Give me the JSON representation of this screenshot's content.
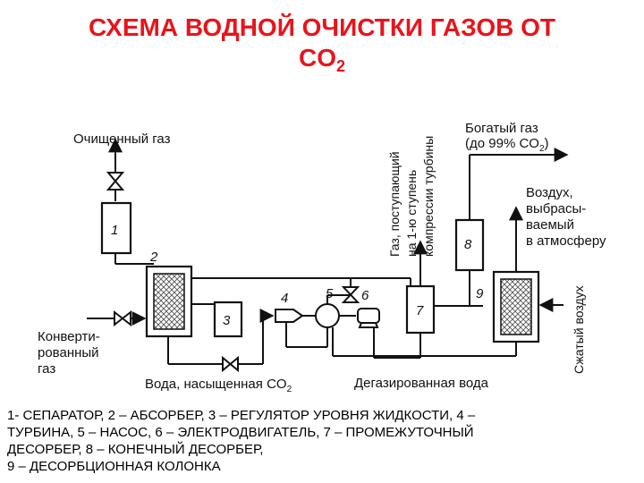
{
  "title": {
    "line1": "СХЕМА ВОДНОЙ ОЧИСТКИ ГАЗОВ ОТ",
    "line2_main": "CO",
    "line2_sub": "2"
  },
  "diagram": {
    "purified_gas": "Очищенный газ",
    "rich_gas_line1": "Богатый газ",
    "rich_gas_line2": "(до 99% CO",
    "rich_gas_sub": "2",
    "rich_gas_end": ")",
    "air_line1": "Воздух,",
    "air_line2": "выбрасы-",
    "air_line3": "ваемый",
    "air_line4": "в атмосферу",
    "gas_inlet_line1": "Газ, поступающий",
    "gas_inlet_line2": "на 1-ю ступень",
    "gas_inlet_line3": "компрессии турбины",
    "converted_gas_line1": "Конверти-",
    "converted_gas_line2": "рованный",
    "converted_gas_line3": "газ",
    "water_co2": "Вода, насыщенная CO",
    "water_co2_sub": "2",
    "degassed_water": "Дегазированная вода",
    "compressed_air": "Сжатый воздух",
    "n1": "1",
    "n2": "2",
    "n3": "3",
    "n4": "4",
    "n5": "5",
    "n6": "6",
    "n7": "7",
    "n8": "8",
    "n9": "9"
  },
  "legend": {
    "line1": "1- СЕПАРАТОР, 2 – АБСОРБЕР, 3 – РЕГУЛЯТОР УРОВНЯ ЖИДКОСТИ, 4 –",
    "line2": "ТУРБИНА, 5 – НАСОС, 6 – ЭЛЕКТРОДВИГАТЕЛЬ, 7 – ПРОМЕЖУТОЧНЫЙ",
    "line3": "ДЕСОРБЕР, 8 – КОНЕЧНЫЙ ДЕСОРБЕР,",
    "line4": "9 – ДЕСОРБЦИОННАЯ КОЛОНКА"
  }
}
